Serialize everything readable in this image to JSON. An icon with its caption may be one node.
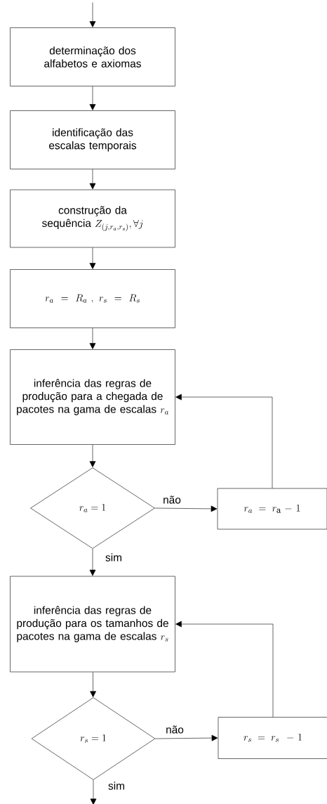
{
  "diagram": {
    "nodes": [
      {
        "text": [
          "determinação dos alfabetos e axiomas"
        ]
      },
      {
        "text": [
          "identificação das escalas temporais"
        ]
      },
      {
        "text": [
          "construção da sequência",
          "Z_{(j,r_a,r_s)},\\forall j"
        ]
      },
      {
        "text": [
          "r_a = R_a\\ ,\\ r_s = R_s"
        ]
      },
      {
        "text": [
          "inferência das regras de produção para a chegada de pacotes na gama de escalas",
          "r_a"
        ]
      },
      {
        "text": [
          "r_a = 1"
        ]
      },
      {
        "text": [
          "r_a = r_{\\mathrm{a}} - 1"
        ]
      },
      {
        "text": [
          "inferência das regras de produção para os tamanhos de pacotes na gama de escalas",
          "r_s"
        ]
      },
      {
        "text": [
          "r_s = 1"
        ]
      },
      {
        "text": [
          "r_s = r_s\\ - 1"
        ]
      }
    ],
    "edges": [
      {
        "from": null,
        "to": 0,
        "arrow": "to"
      },
      {
        "from": 0,
        "to": 1,
        "arrow": "to"
      },
      {
        "from": 1,
        "to": 2,
        "arrow": "to"
      },
      {
        "from": 2,
        "to": 3,
        "arrow": "to"
      },
      {
        "from": 3,
        "to": 4,
        "arrow": "to"
      },
      {
        "from": 4,
        "to": 5,
        "arrow": "to"
      },
      {
        "from": 5,
        "to": 6,
        "arrow": "to",
        "label": "não"
      },
      {
        "from": 6,
        "to": 4,
        "arrow": "to"
      },
      {
        "from": 5,
        "to": 7,
        "arrow": "to",
        "label": "sim"
      },
      {
        "from": 7,
        "to": 8,
        "arrow": "to"
      },
      {
        "from": 8,
        "to": 9,
        "arrow": "to",
        "label": "não"
      },
      {
        "from": 9,
        "to": 7,
        "arrow": "to"
      },
      {
        "from": 8,
        "to": null,
        "arrow": "to",
        "label": "sim"
      }
    ]
  }
}
